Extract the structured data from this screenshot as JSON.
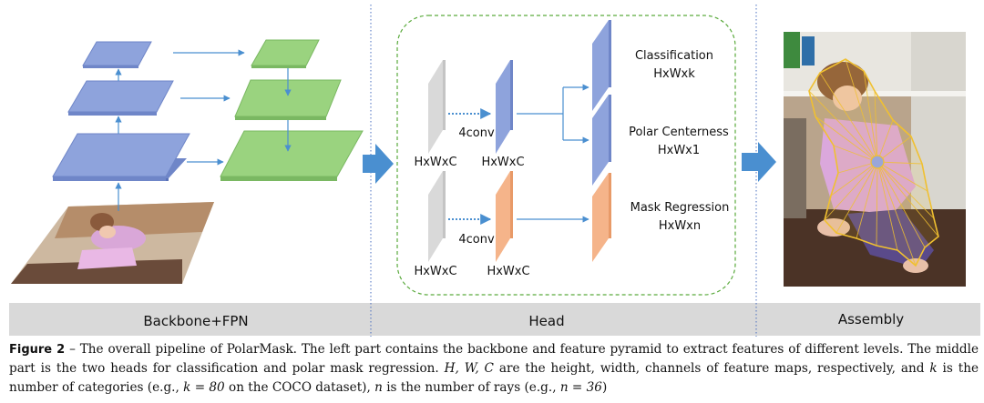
{
  "sections": {
    "backbone": "Backbone+FPN",
    "head": "Head",
    "assembly": "Assembly"
  },
  "head": {
    "input_dims_top": "HxWxC",
    "feature_dims_top": "HxWxC",
    "conv_top": "4conv",
    "input_dims_bottom": "HxWxC",
    "feature_dims_bottom": "HxWxC",
    "conv_bottom": "4conv",
    "outputs": {
      "classification_title": "Classification",
      "classification_dims": "HxWxk",
      "centerness_title": "Polar Centerness",
      "centerness_dims": "HxWx1",
      "mask_title": "Mask Regression",
      "mask_dims": "HxWxn"
    }
  },
  "caption": {
    "label": "Figure 2",
    "dash": " – ",
    "text_1": "The overall pipeline of PolarMask. The left part contains the backbone and feature pyramid to extract features of different levels. The middle part is the two heads for classification and polar mask regression. ",
    "math_hwc": "H, W, C",
    "text_2": " are the height, width, channels of feature maps, respectively, and ",
    "math_k": "k",
    "text_3": " is the number of categories (e.g., ",
    "math_k80": "k = 80",
    "text_4": " on the COCO dataset), ",
    "math_n": "n",
    "text_5": " is the number of rays (e.g., ",
    "math_n36": "n = 36",
    "text_6": ")"
  },
  "colors": {
    "backbone_blue": "#8ea3dc",
    "fpn_green": "#9ad37f",
    "head_gray": "#d9d9d9",
    "head_blue": "#8ea3dc",
    "head_orange": "#f5b48a",
    "arrow_blue": "#4a8fd0",
    "label_bar": "#d9d9d9",
    "dashed_border": "#5aaa3c",
    "contour": "#f0c030"
  }
}
